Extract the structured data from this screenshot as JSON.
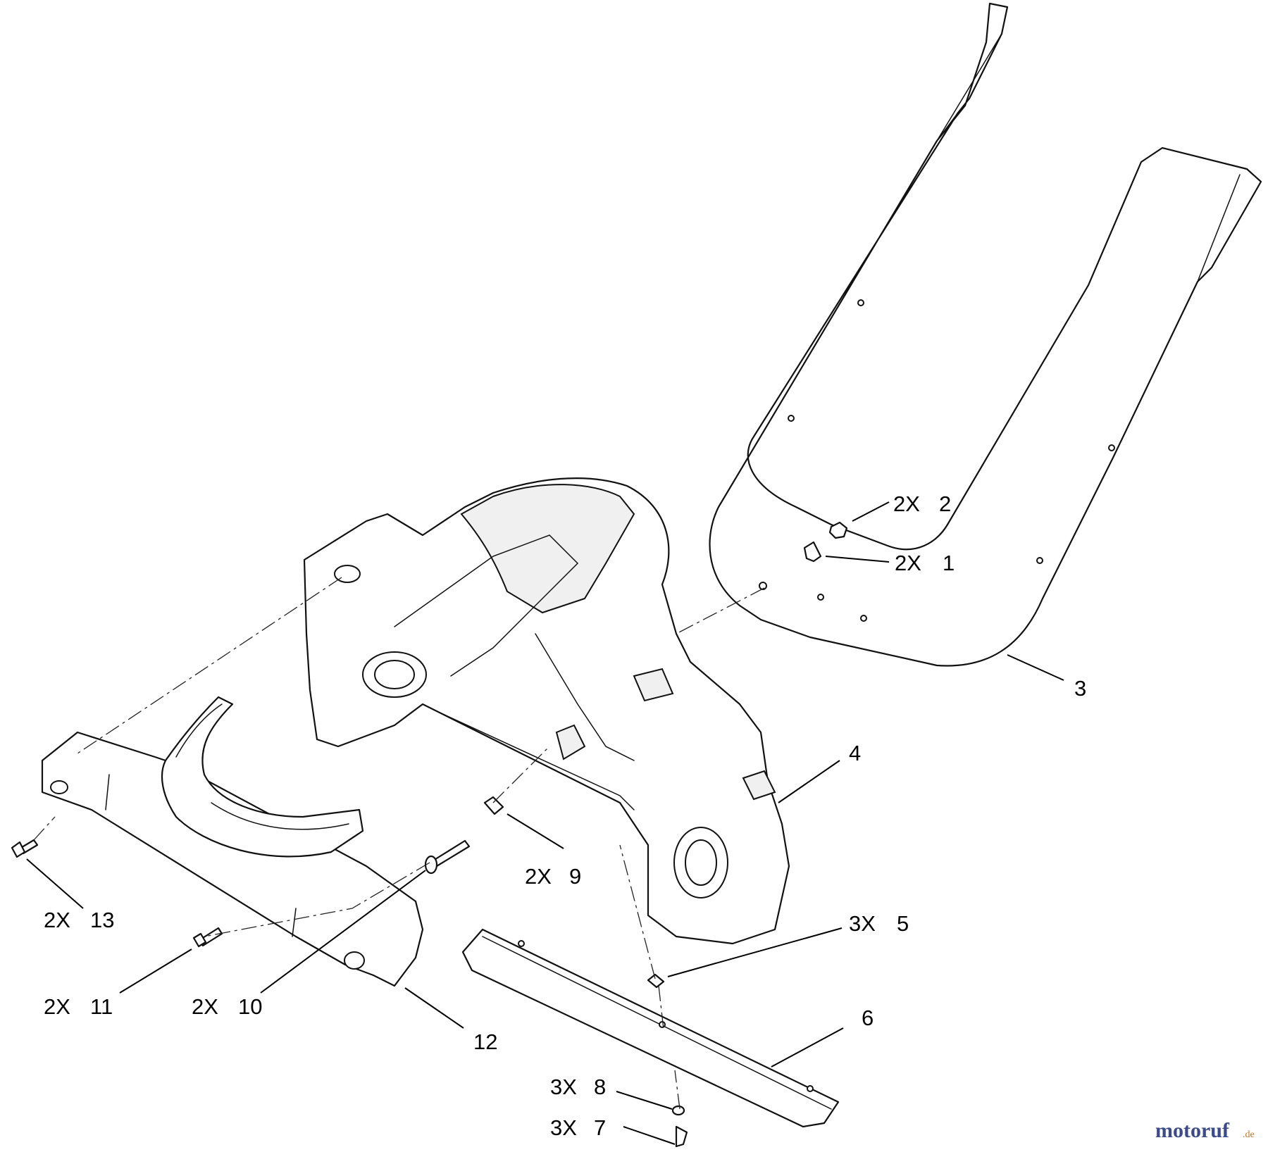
{
  "callouts": [
    {
      "id": "c1",
      "qty": "2X",
      "num": "1"
    },
    {
      "id": "c2",
      "qty": "2X",
      "num": "2"
    },
    {
      "id": "c3",
      "qty": "",
      "num": "3"
    },
    {
      "id": "c4",
      "qty": "",
      "num": "4"
    },
    {
      "id": "c5",
      "qty": "3X",
      "num": "5"
    },
    {
      "id": "c6",
      "qty": "",
      "num": "6"
    },
    {
      "id": "c7",
      "qty": "3X",
      "num": "7"
    },
    {
      "id": "c8",
      "qty": "3X",
      "num": "8"
    },
    {
      "id": "c9",
      "qty": "2X",
      "num": "9"
    },
    {
      "id": "c10",
      "qty": "2X",
      "num": "10"
    },
    {
      "id": "c11",
      "qty": "2X",
      "num": "11"
    },
    {
      "id": "c12",
      "qty": "",
      "num": "12"
    },
    {
      "id": "c13",
      "qty": "2X",
      "num": "13"
    }
  ],
  "watermark": {
    "brand": "motoruf",
    "tld": ".de"
  }
}
